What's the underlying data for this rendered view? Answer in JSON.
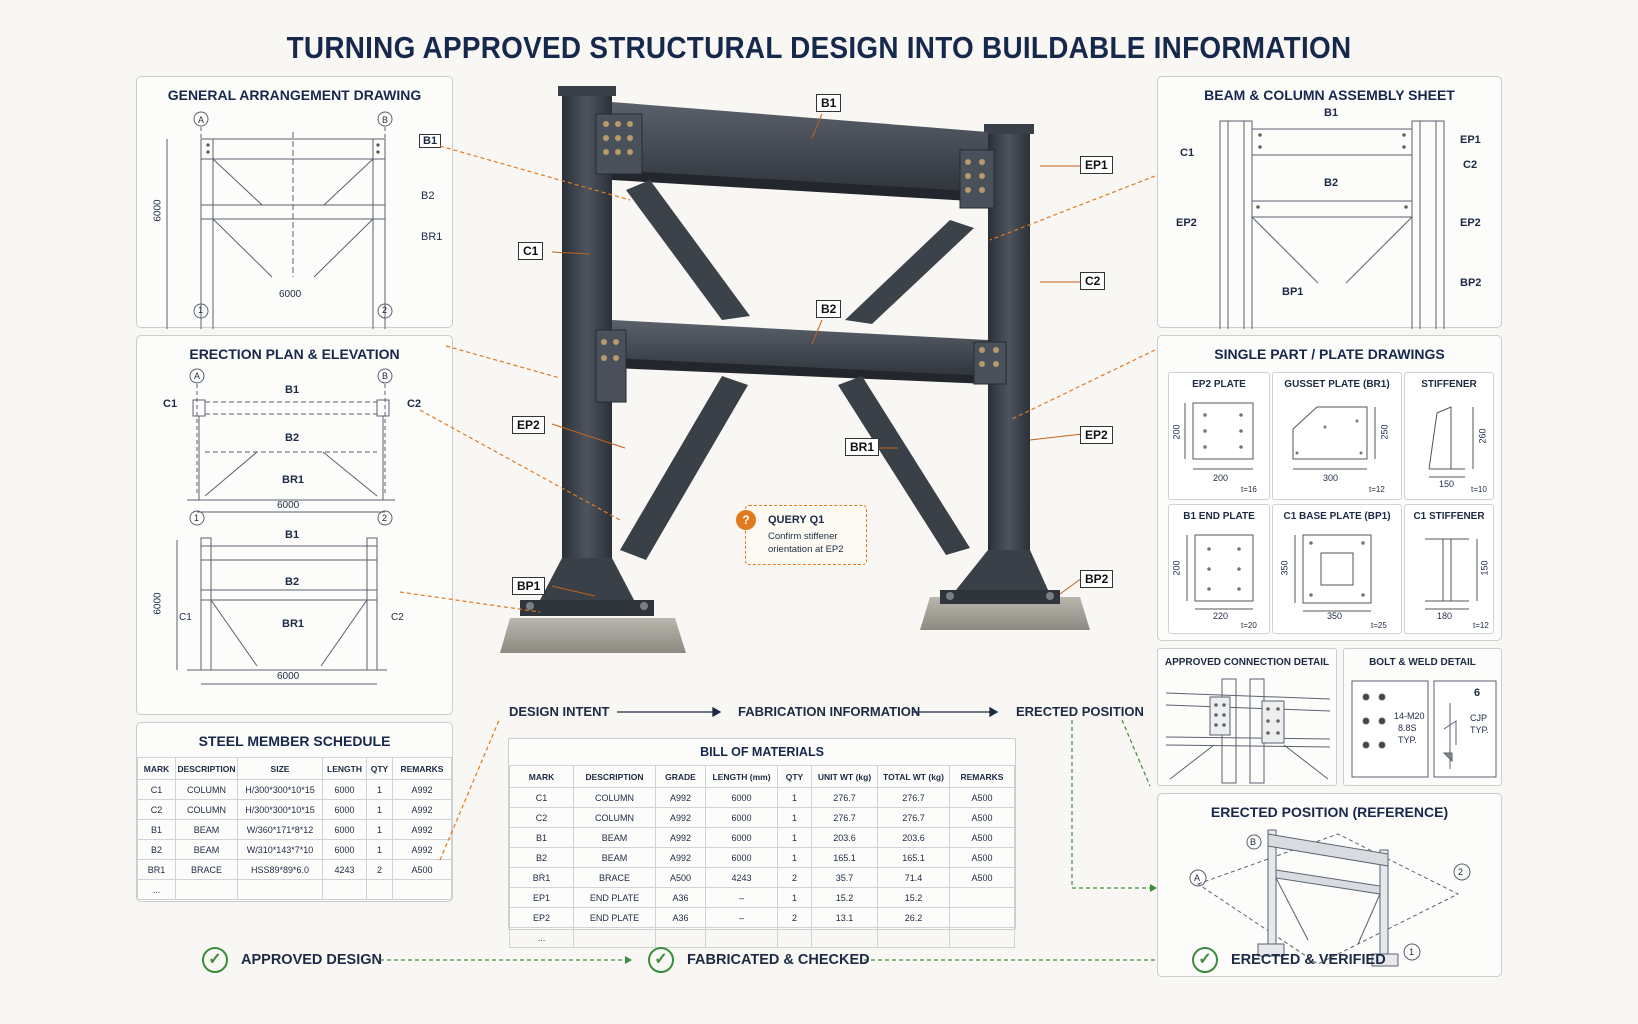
{
  "title": "TURNING APPROVED STRUCTURAL DESIGN INTO BUILDABLE INFORMATION",
  "colors": {
    "navy": "#17284d",
    "orange": "#e07a1f",
    "green": "#3d8b3d",
    "steel": "#3d434c"
  },
  "ga": {
    "title": "GENERAL ARRANGEMENT DRAWING",
    "grid_a": "A",
    "grid_b": "B",
    "grid_1": "1",
    "grid_2": "2",
    "height": "6000",
    "width": "6000",
    "labels": {
      "b1": "B1",
      "b2": "B2",
      "br1": "BR1"
    }
  },
  "erection": {
    "title": "ERECTION PLAN & ELEVATION",
    "grid_a": "A",
    "grid_b": "B",
    "grid_1": "1",
    "grid_2": "2",
    "plan": {
      "c1": "C1",
      "c2": "C2",
      "b1": "B1",
      "b2": "B2",
      "br1": "BR1",
      "width": "6000"
    },
    "elev": {
      "b1": "B1",
      "b2": "B2",
      "br1": "BR1",
      "c1": "C1",
      "c2": "C2",
      "height": "6000",
      "width": "6000"
    }
  },
  "schedule": {
    "title": "STEEL MEMBER SCHEDULE",
    "headers": [
      "MARK",
      "DESCRIPTION",
      "SIZE",
      "LENGTH",
      "QTY",
      "REMARKS"
    ],
    "rows": [
      [
        "C1",
        "COLUMN",
        "H/300*300*10*15",
        "6000",
        "1",
        "A992"
      ],
      [
        "C2",
        "COLUMN",
        "H/300*300*10*15",
        "6000",
        "1",
        "A992"
      ],
      [
        "B1",
        "BEAM",
        "W/360*171*8*12",
        "6000",
        "1",
        "A992"
      ],
      [
        "B2",
        "BEAM",
        "W/310*143*7*10",
        "6000",
        "1",
        "A992"
      ],
      [
        "BR1",
        "BRACE",
        "HSS89*89*6.0",
        "4243",
        "2",
        "A500"
      ],
      [
        "...",
        "",
        "",
        "",
        "",
        ""
      ]
    ]
  },
  "model": {
    "tags": {
      "b1": "B1",
      "b2": "B2",
      "c1": "C1",
      "c2": "C2",
      "ep1": "EP1",
      "ep2_left": "EP2",
      "ep2_right": "EP2",
      "br1": "BR1",
      "bp1": "BP1",
      "bp2": "BP2"
    },
    "query": {
      "icon": "?",
      "title": "QUERY Q1",
      "line1": "Confirm stiffener",
      "line2": "orientation at EP2"
    }
  },
  "flow": {
    "design": "DESIGN INTENT",
    "fabrication": "FABRICATION INFORMATION",
    "erected": "ERECTED POSITION"
  },
  "bom": {
    "title": "BILL OF MATERIALS",
    "headers": [
      "MARK",
      "DESCRIPTION",
      "GRADE",
      "LENGTH (mm)",
      "QTY",
      "UNIT WT (kg)",
      "TOTAL WT (kg)",
      "REMARKS"
    ],
    "rows": [
      [
        "C1",
        "COLUMN",
        "A992",
        "6000",
        "1",
        "276.7",
        "276.7",
        "A500"
      ],
      [
        "C2",
        "COLUMN",
        "A992",
        "6000",
        "1",
        "276.7",
        "276.7",
        "A500"
      ],
      [
        "B1",
        "BEAM",
        "A992",
        "6000",
        "1",
        "203.6",
        "203.6",
        "A500"
      ],
      [
        "B2",
        "BEAM",
        "A992",
        "6000",
        "1",
        "165.1",
        "165.1",
        "A500"
      ],
      [
        "BR1",
        "BRACE",
        "A500",
        "4243",
        "2",
        "35.7",
        "71.4",
        "A500"
      ],
      [
        "EP1",
        "END PLATE",
        "A36",
        "–",
        "1",
        "15.2",
        "15.2",
        ""
      ],
      [
        "EP2",
        "END PLATE",
        "A36",
        "–",
        "2",
        "13.1",
        "26.2",
        ""
      ],
      [
        "...",
        "",
        "",
        "",
        "",
        "",
        "",
        ""
      ]
    ]
  },
  "assembly": {
    "title": "BEAM & COLUMN ASSEMBLY  SHEET",
    "labels": {
      "b1": "B1",
      "b2": "B2",
      "c1": "C1",
      "c2": "C2",
      "ep1": "EP1",
      "ep2_left": "EP2",
      "ep2_right": "EP2",
      "bp1": "BP1",
      "bp2": "BP2"
    }
  },
  "parts": {
    "title": "SINGLE  PART / PLATE DRAWINGS",
    "cells": [
      {
        "name": "EP2 PLATE",
        "w": "200",
        "h": "200",
        "t": "t=16"
      },
      {
        "name": "GUSSET PLATE (BR1)",
        "w": "300",
        "h": "250",
        "t": "t=12"
      },
      {
        "name": "STIFFENER",
        "w": "150",
        "h": "260",
        "t": "t=10"
      },
      {
        "name": "B1 END PLATE",
        "w": "220",
        "h": "200",
        "t": "t=20"
      },
      {
        "name": "C1 BASE PLATE (BP1)",
        "w": "350",
        "h": "350",
        "t": "t=25"
      },
      {
        "name": "C1 STIFFENER",
        "w": "180",
        "h": "150",
        "t": "t=12"
      }
    ]
  },
  "connection": {
    "title": "APPROVED CONNECTION DETAIL"
  },
  "bolt": {
    "title": "BOLT & WELD DETAIL",
    "bolt_spec": "14-M20",
    "bolt_grade": "8.8S",
    "bolt_typ": "TYP.",
    "weld_size": "6",
    "weld_type": "CJP",
    "weld_typ": "TYP."
  },
  "erected": {
    "title": "ERECTED POSITION (REFERENCE)",
    "grid_a": "A",
    "grid_b": "B",
    "grid_1": "1",
    "grid_2": "2"
  },
  "status": {
    "approved": "APPROVED DESIGN",
    "fabricated": "FABRICATED & CHECKED",
    "verified": "ERECTED & VERIFIED",
    "check": "✓"
  }
}
